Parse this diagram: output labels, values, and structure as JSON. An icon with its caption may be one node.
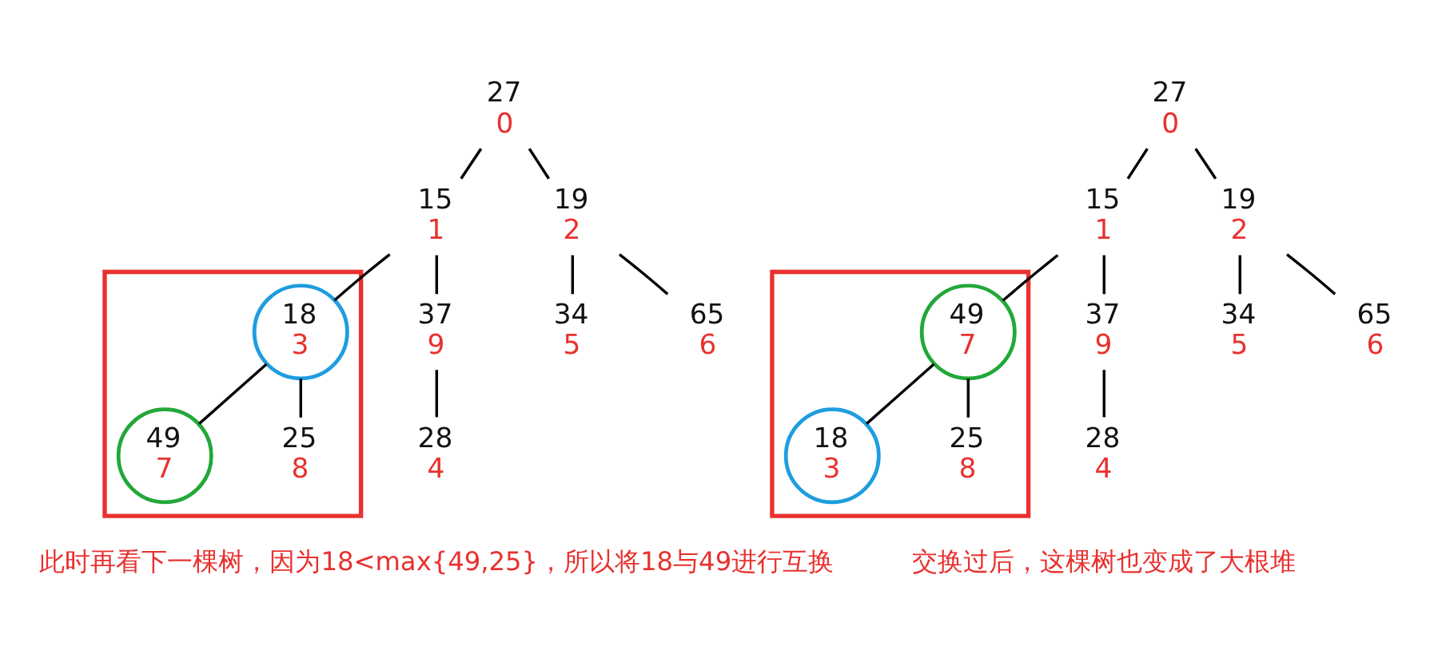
{
  "diagram": {
    "nodes": [
      {
        "text": [
          "27",
          "0"
        ]
      },
      {
        "text": [
          "15",
          "1"
        ]
      },
      {
        "text": [
          "19",
          "2"
        ]
      },
      {
        "text": [],
        "shape": "box"
      },
      {
        "text": [
          "18",
          "3"
        ],
        "in": 3
      },
      {
        "text": [
          "37",
          "9"
        ]
      },
      {
        "text": [
          "34",
          "5"
        ]
      },
      {
        "text": [
          "65",
          "6"
        ]
      },
      {
        "text": [
          "49",
          "7"
        ],
        "in": 3
      },
      {
        "text": [
          "25",
          "8"
        ],
        "in": 3
      },
      {
        "text": [
          "28",
          "4"
        ]
      },
      {
        "text": [
          "27",
          "0"
        ]
      },
      {
        "text": [
          "15",
          "1"
        ]
      },
      {
        "text": [
          "19",
          "2"
        ]
      },
      {
        "text": [],
        "shape": "box"
      },
      {
        "text": [
          "49",
          "7"
        ],
        "in": 14
      },
      {
        "text": [
          "37",
          "9"
        ]
      },
      {
        "text": [
          "34",
          "5"
        ]
      },
      {
        "text": [
          "65",
          "6"
        ]
      },
      {
        "text": [
          "18",
          "3"
        ],
        "in": 14
      },
      {
        "text": [
          "25",
          "8"
        ],
        "in": 14
      },
      {
        "text": [
          "28",
          "4"
        ]
      }
    ],
    "edges": [
      {
        "from": 0,
        "to": 1,
        "arrow": "none"
      },
      {
        "from": 0,
        "to": 2,
        "arrow": "none"
      },
      {
        "from": 1,
        "to": 4,
        "arrow": "none"
      },
      {
        "from": 1,
        "to": 5,
        "arrow": "none"
      },
      {
        "from": 2,
        "to": 6,
        "arrow": "none"
      },
      {
        "from": 2,
        "to": 7,
        "arrow": "none"
      },
      {
        "from": 4,
        "to": 8,
        "arrow": "none"
      },
      {
        "from": 4,
        "to": 9,
        "arrow": "none"
      },
      {
        "from": 5,
        "to": 10,
        "arrow": "none"
      },
      {
        "from": 11,
        "to": 12,
        "arrow": "none"
      },
      {
        "from": 11,
        "to": 13,
        "arrow": "none"
      },
      {
        "from": 12,
        "to": 15,
        "arrow": "none"
      },
      {
        "from": 12,
        "to": 16,
        "arrow": "none"
      },
      {
        "from": 13,
        "to": 17,
        "arrow": "none"
      },
      {
        "from": 13,
        "to": 18,
        "arrow": "none"
      },
      {
        "from": 15,
        "to": 19,
        "arrow": "none"
      },
      {
        "from": 15,
        "to": 20,
        "arrow": "none"
      },
      {
        "from": 16,
        "to": 21,
        "arrow": "none"
      }
    ],
    "labels": [
      "此时再看下一棵树，因为18<max{49,25}，所以将18与49进行互换",
      "交换过后，这棵树也变成了大根堆"
    ]
  }
}
